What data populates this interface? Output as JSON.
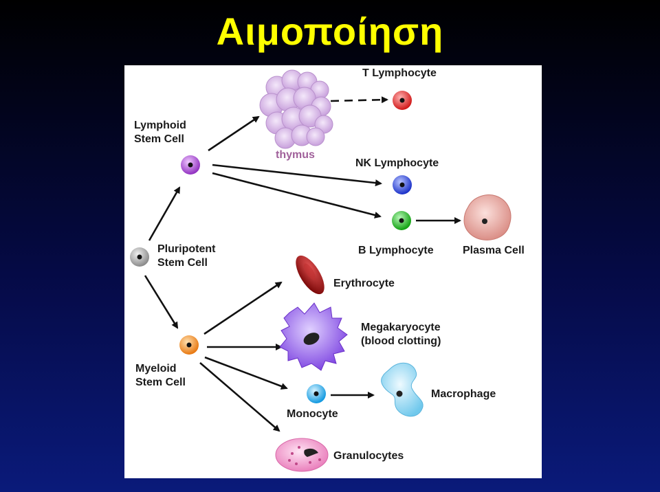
{
  "slide": {
    "title": "Αιμοποίηση"
  },
  "diagram": {
    "thymus": "thymus",
    "nodes": {
      "pluripotent": "Pluripotent\nStem Cell",
      "lymphoid": "Lymphoid\nStem Cell",
      "myeloid": "Myeloid\nStem Cell",
      "t_lymphocyte": "T Lymphocyte",
      "nk_lymphocyte": "NK Lymphocyte",
      "b_lymphocyte": "B Lymphocyte",
      "plasma_cell": "Plasma Cell",
      "erythrocyte": "Erythrocyte",
      "megakaryocyte": "Megakaryocyte\n(blood clotting)",
      "monocyte": "Monocyte",
      "macrophage": "Macrophage",
      "granulocytes": "Granulocytes"
    },
    "colors": {
      "pluripotent": "#9a9a9a",
      "lymphoid": "#a040c8",
      "myeloid": "#f08a20",
      "t_lymphocyte": "#e02020",
      "nk_lymphocyte": "#2a40d8",
      "b_lymphocyte": "#18b018",
      "plasma_cell": "#e8a8a0",
      "erythrocyte": "#b01818",
      "megakaryocyte": "#8a50e0",
      "monocyte": "#20a8e8",
      "macrophage": "#80d0f0",
      "granulocytes": "#f090c8",
      "thymus": "#d8b8e8"
    }
  }
}
